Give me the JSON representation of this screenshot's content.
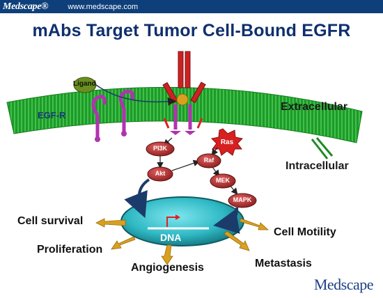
{
  "header": {
    "brand": "Medscape®",
    "url": "www.medscape.com"
  },
  "title": "mAbs Target Tumor Cell-Bound EGFR",
  "labels": {
    "ligand": "Ligand",
    "egfr": "EGF-R",
    "extracellular": "Extracellular",
    "intracellular": "Intracellular",
    "dna": "DNA"
  },
  "nodes": {
    "pi3k": "PI3K",
    "akt": "Akt",
    "ras": "Ras",
    "raf": "Raf",
    "mek": "MEK",
    "mapk": "MAPK"
  },
  "outcomes": {
    "cell_survival": "Cell survival",
    "proliferation": "Proliferation",
    "angiogenesis": "Angiogenesis",
    "metastasis": "Metastasis",
    "cell_motility": "Cell Motility"
  },
  "footer": {
    "logo": "Medscape"
  },
  "colors": {
    "topbar": "#0f3f7a",
    "title": "#0f2f6e",
    "membrane": "#1f9a2a",
    "receptor": "#b033b0",
    "antibody": "#cc2222",
    "node": "#b62c2c",
    "nucleus": "#2fb9c4",
    "arrow": "#d9a020"
  }
}
